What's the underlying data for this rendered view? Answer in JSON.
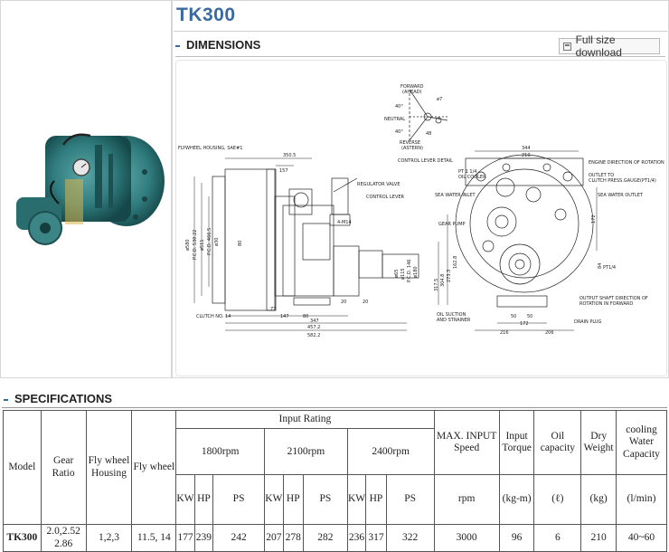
{
  "product": {
    "title": "TK300"
  },
  "dimensions_section": {
    "heading": "DIMENSIONS",
    "download_label": "Full size download"
  },
  "drawing_labels": {
    "forward": "FORWARD",
    "ahead": "(AHEAD)",
    "neutral": "NEUTRAL",
    "reverse": "REVERSE",
    "astern": "(ASTERN)",
    "control_lever_detail": "CONTROL LEVER DETAIL",
    "angle_top": "40°",
    "angle_bottom": "40°",
    "phi7": "ø7",
    "r48": "48",
    "flywheel_housing": "FLYWHEEL HOUSING, SAE#1",
    "clutch": "CLUTCH NO. 14",
    "regulator_valve": "REGULATOR VALVE",
    "control_lever": "CONTROL LEVER",
    "m14": "4-M14",
    "d350": "350.5",
    "d157": "157",
    "d77": "77",
    "d147": "147",
    "d80": "80",
    "d20a": "20",
    "d20b": "20",
    "d347": "347",
    "d457": "457.2",
    "d582": "582.2",
    "v_odia": "ø580",
    "v_pcd530": "P.C.D. 530.22",
    "v_511": "ø511",
    "v_pcd466": "P.C.D. 466.5",
    "v_30": "ø30",
    "v_80": "80",
    "sh_65": "ø65",
    "sh_115": "ø115",
    "sh_pcd146": "P.C.D. 146",
    "sh_180": "ø180",
    "d344": "344",
    "d210": "210",
    "pt_cooler": "PT 1 1/4",
    "oil_cooler": "OIL COOLER",
    "sea_water_inlet": "SEA WATER INLET",
    "gear_pump": "GEAR PUMP",
    "engine_rotation": "ENGINE DIRECTION OF ROTATION",
    "outlet_clutch": "OUTLET TO",
    "clutch_press": "CLUTCH PRESS.GAUGE(PT1/4)",
    "sea_water_outlet": "SEA WATER OUTLET",
    "pt14": "PT1/4",
    "output_shaft": "OUTPUT SHAFT DIRECTION OF",
    "rotation_forward": "ROTATION IN FORWARD",
    "oil_suction": "OIL SUCTION",
    "strainer": "AND STRAINER",
    "drain_plug": "DRAIN PLUG",
    "d216": "216",
    "d206": "206",
    "d172b": "172",
    "d50a": "50",
    "d50b": "50",
    "d172": "172",
    "d84": "84",
    "v_304": "304.8",
    "v_273": "273.3",
    "v_162": "162.8",
    "v_317": "317.5"
  },
  "specifications_section": {
    "heading": "SPECIFICATIONS"
  },
  "table": {
    "model_hdr": "Model",
    "gear_hdr": "Gear Ratio",
    "fly_housing_hdr": "Fly wheel Housing",
    "fly_wheel_hdr": "Fly wheel",
    "input_rating_hdr": "Input Rating",
    "rpm_groups": [
      "1800rpm",
      "2100rpm",
      "2400rpm"
    ],
    "unit_kw": "KW",
    "unit_hp": "HP",
    "unit_ps": "PS",
    "max_input_hdr": "MAX. INPUT Speed",
    "input_torque_hdr": "Input Torque",
    "oil_capacity_hdr": "Oil capacity",
    "dry_weight_hdr": "Dry Weight",
    "cooling_hdr": "cooling Water Capacity",
    "unit_rpm": "rpm",
    "unit_torque": "(kg-m)",
    "unit_oil": "(ℓ)",
    "unit_weight": "(kg)",
    "unit_water": "(l/min)",
    "row": {
      "model": "TK300",
      "gear_ratio": "2.0,2.52 2.86",
      "fly_housing": "1,2,3",
      "fly_wheel": "11.5, 14",
      "kw1800": "177",
      "hp1800": "239",
      "ps1800": "242",
      "kw2100": "207",
      "hp2100": "278",
      "ps2100": "282",
      "kw2400": "236",
      "hp2400": "317",
      "ps2400": "322",
      "max_rpm": "3000",
      "torque": "96",
      "oil": "6",
      "weight": "210",
      "water": "40~60"
    }
  }
}
